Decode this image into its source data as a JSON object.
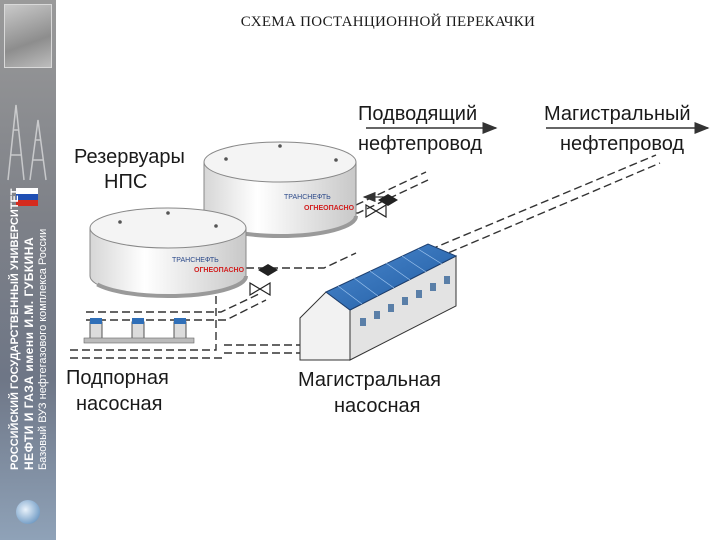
{
  "title": "СХЕМА ПОСТАНЦИОННОЙ ПЕРЕКАЧКИ",
  "sidebar": {
    "university_line1": "РОССИЙСКИЙ ГОСУДАРСТВЕННЫЙ УНИВЕРСИТЕТ",
    "university_line2": "НЕФТИ И ГАЗА имени И.М. ГУБКИНА",
    "university_line3": "Базовый ВУЗ нефтегазового комплекса России",
    "flag_colors": [
      "#ffffff",
      "#1f4fb4",
      "#d52b1e"
    ]
  },
  "labels": {
    "tanks_line1": "Резервуары",
    "tanks_line2": "НПС",
    "inlet_line1": "Подводящий",
    "inlet_line2": "нефтепровод",
    "main_line1": "Магистральный",
    "main_line2": "нефтепровод",
    "booster_line1": "Подпорная",
    "booster_line2": "насосная",
    "mainpump_line1": "Магистральная",
    "mainpump_line2": "насосная"
  },
  "tank_markings": {
    "brand": "ТРАНСНЕФТЬ",
    "warning": "ОГНЕОПАСНО"
  },
  "colors": {
    "roof": "#2f6fb8",
    "warning_text": "#d22020",
    "brand_text": "#2c4a8a",
    "pipe_dash": "#333333"
  }
}
